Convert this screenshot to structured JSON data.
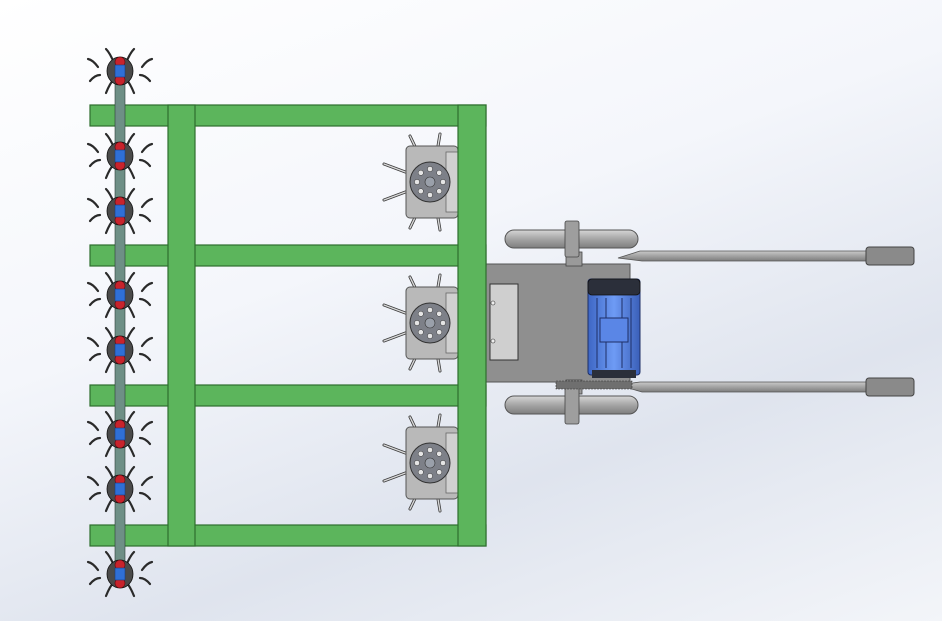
{
  "colors": {
    "frame_green": "#5cb55c",
    "frame_green_dark": "#2e6f2e",
    "chassis_gray": "#8f8f8f",
    "motor_blue": "#4d7fe6",
    "motor_dark": "#2b2f3a",
    "wheel_gray": "#a9a9a9",
    "handle_gray": "#9a9a9a",
    "tine_red": "#c8232c",
    "tine_blue": "#2f6fd6",
    "pump_gray": "#b9b9b9",
    "pump_dark": "#7d8088"
  },
  "assembly": {
    "frame_members": 4,
    "tine_rotors": 8,
    "pump_units": 3,
    "wheels": 2,
    "handles": 2
  }
}
